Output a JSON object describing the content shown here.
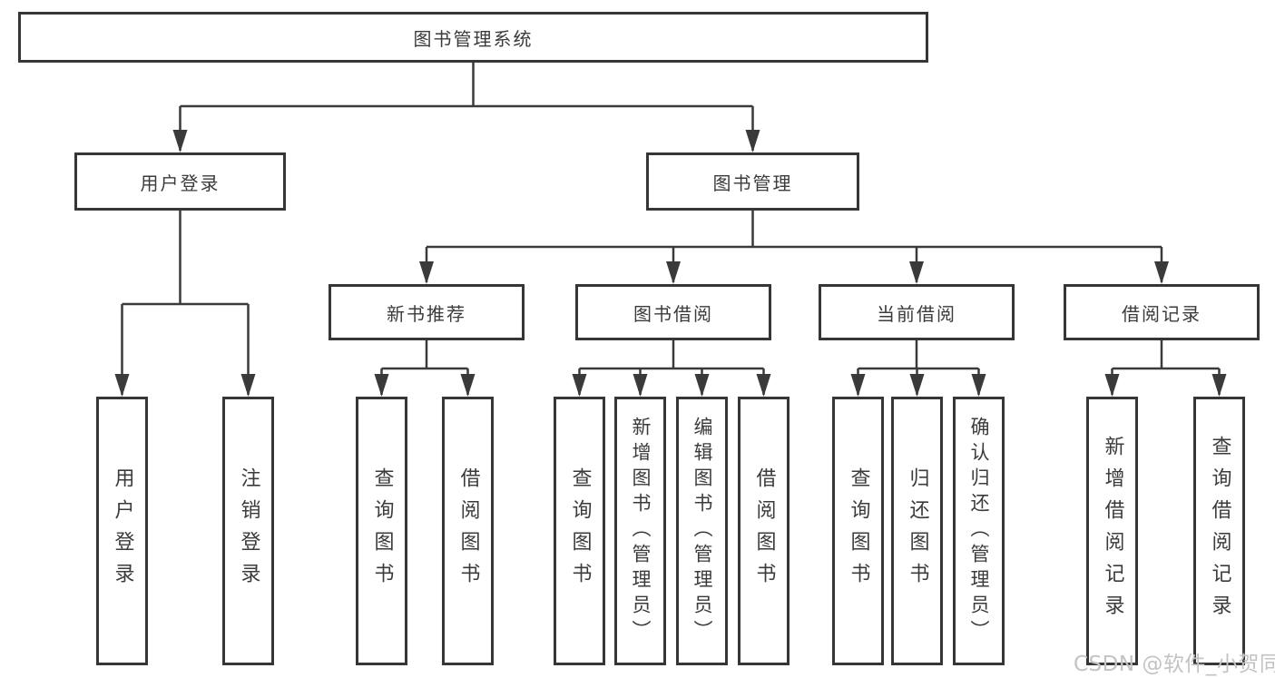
{
  "diagram": {
    "type": "tree",
    "title": "图书管理系统",
    "colors": {
      "background": "#ffffff",
      "box_border": "#363636",
      "box_fill": "#ffffff",
      "text": "#3b3b3b",
      "connector": "#3a3a3a",
      "watermark": "#c3c3c3"
    }
  },
  "tree": {
    "root": {
      "label": "图书管理系统",
      "children": [
        {
          "label": "用户登录",
          "children": [
            {
              "label": "用户登录"
            },
            {
              "label": "注销登录"
            }
          ]
        },
        {
          "label": "图书管理",
          "children": [
            {
              "label": "新书推荐",
              "children": [
                {
                  "label": "查询图书"
                },
                {
                  "label": "借阅图书"
                }
              ]
            },
            {
              "label": "图书借阅",
              "children": [
                {
                  "label": "查询图书"
                },
                {
                  "label": "新增图书（管理员）"
                },
                {
                  "label": "编辑图书（管理员）"
                },
                {
                  "label": "借阅图书"
                }
              ]
            },
            {
              "label": "当前借阅",
              "children": [
                {
                  "label": "查询图书"
                },
                {
                  "label": "归还图书"
                },
                {
                  "label": "确认归还（管理员）"
                }
              ]
            },
            {
              "label": "借阅记录",
              "children": [
                {
                  "label": "新增借阅记录"
                },
                {
                  "label": "查询借阅记录"
                }
              ]
            }
          ]
        }
      ]
    }
  },
  "watermark": {
    "text": "CSDN @软件_小贺同学"
  }
}
